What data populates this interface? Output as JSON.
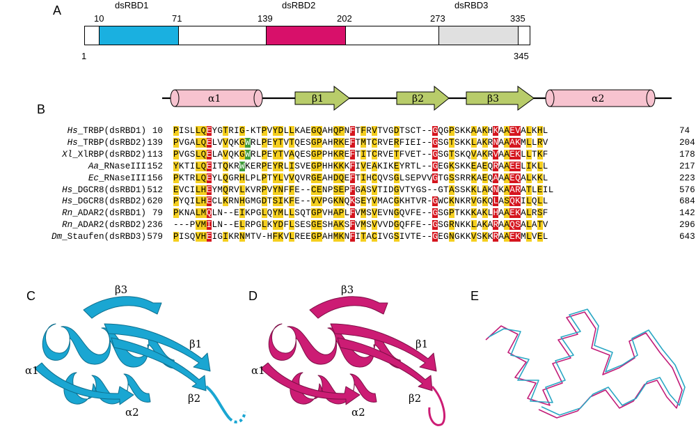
{
  "panels": {
    "A": "A",
    "B": "B",
    "C": "C",
    "D": "D",
    "E": "E"
  },
  "panel_a": {
    "domains": [
      {
        "name": "dsRBD1",
        "start": "10",
        "end": "71",
        "color": "#1ab0e0"
      },
      {
        "name": "dsRBD2",
        "start": "139",
        "end": "202",
        "color": "#d8106a"
      },
      {
        "name": "dsRBD3",
        "start": "273",
        "end": "335",
        "color": "#e0e0e0"
      }
    ],
    "protein_start": "1",
    "protein_end": "345"
  },
  "secondary_structure": {
    "elements": [
      "α1",
      "β1",
      "β2",
      "β3",
      "α2"
    ],
    "helix_color": "#f7c3cf",
    "strand_color": "#b8cc6a"
  },
  "alignment": {
    "rows": [
      {
        "species": "Hs",
        "name": "_TRBP(dsRBD1)",
        "start": "10",
        "seq": "PISLLQEYGTRIG-KTPVYDLLKAEGQAHQPNFTFRVTVGDTSCT--GQGPSKKAAKHKAAEVALKHL",
        "end": "74"
      },
      {
        "species": "Hs",
        "name": "_TRBP(dsRBD2)",
        "start": "139",
        "seq": "PVGALQELVVQKGWRLPEYTVTQESGPAHRKEFTMTCRVERFIEI--GSGTSKKLAKRNAAAKMLLRV",
        "end": "204"
      },
      {
        "species": "Xl",
        "name": "_XlRBP(dsRBD2)",
        "start": "113",
        "seq": "PVGSLQELAVQKGWRLPEYTVAQESGPPHKREFTITCRVETFVET--GSGTSKQVAKRVAAEKLLTKF",
        "end": "178"
      },
      {
        "species": "Aa",
        "name": "_RNaseIII",
        "start": "152",
        "seq": "YKTILQEITQKRWKERPEYRLISVEGPHHKKKFIVEAKIKEYRTL--GEGKSKKEAEQRAAEELIKLL",
        "end": "217"
      },
      {
        "species": "Ec",
        "name": "_RNaseIII",
        "start": "156",
        "seq": "PKTRLQEYLQGRHLPLPTYLVVQVRGEAHDQEFTIHCQVSGLSEPVVGTGSSRRKAEQAAAEQALKKL",
        "end": "223"
      },
      {
        "species": "Hs",
        "name": "_DGCR8(dsRBD1)",
        "start": "512",
        "seq": "EVCILHEYMQRVLKVRPVYNFFE--CENPSEPFGASVTIDGVTYGS--GTASSKKLAKNKAARATLEIL",
        "end": "576"
      },
      {
        "species": "Hs",
        "name": "_DGCR8(dsRBD2)",
        "start": "620",
        "seq": "PYQILHECLKRNHGMGDTSIKFE--VVPGKNQKSEYVMACGKHTVR-GWCKNKRVGKQLASQKILQLL",
        "end": "684"
      },
      {
        "species": "Rn",
        "name": "_ADAR2(dsRBD1)",
        "start": "79",
        "seq": "PKNALMQLN--EIKPGLQYMLLSQTGPVHAPLFVMSVEVNGQVFE--GSGPTKKKAKLHAAEKALRSF",
        "end": "142"
      },
      {
        "species": "Rn",
        "name": "_ADAR2(dsRBD2)",
        "start": "236",
        "seq": "---PVMILN--ELRPGLKYDFLSESGESHAKSFVMSVVVDGQFFE--GSGRNKKLAKARAAQSALATV",
        "end": "296"
      },
      {
        "species": "Dm",
        "name": "_Staufen(dsRBD3)",
        "start": "579",
        "seq": "PISQVHEIGIKRNMTV-HFKVLREEGPAHMKNFITACIVGSIVTE--GEGNGKKVSKKRAAEKMLVEL",
        "end": "643"
      }
    ],
    "colors": {
      "conserved": "#d5151e",
      "similar": "#f5cf1f",
      "trp": "#3f9b3a"
    }
  },
  "panel_c": {
    "labels": [
      "β3",
      "β1",
      "α1",
      "α2",
      "β2"
    ],
    "color": "#1aa6d2"
  },
  "panel_d": {
    "labels": [
      "β3",
      "β1",
      "α1",
      "α2",
      "β2"
    ],
    "color": "#cc1c74"
  },
  "panel_e": {
    "colors": [
      "#c21c78",
      "#2aa7c4"
    ]
  }
}
